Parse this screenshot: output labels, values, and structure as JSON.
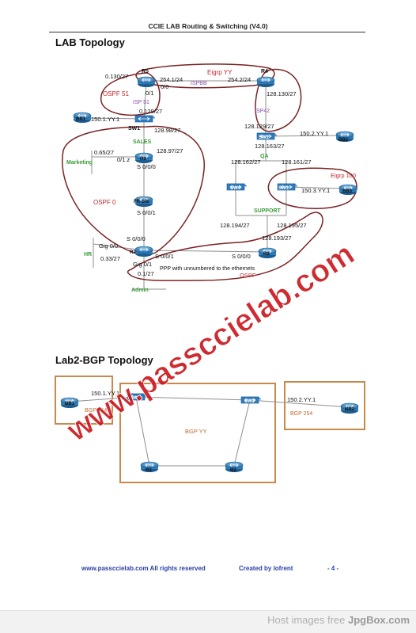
{
  "header": {
    "title": "CCIE LAB Routing & Switching (V4.0)"
  },
  "sections": {
    "lab_topology": "LAB Topology",
    "bgp_topology": "Lab2-BGP Topology"
  },
  "watermark": "www.passccielab.com",
  "footer": {
    "site": "www.passccielab.com All rights reserved",
    "author": "Created by lofrent",
    "page": "- 4 -"
  },
  "image_host": {
    "prefix": "Host images free ",
    "brand": "JpgBox.com"
  },
  "colors": {
    "router": "#2f84c2",
    "switch": "#2d7bbd",
    "loop": "#7a2323",
    "link": "#8f8f8f",
    "orange_box": "#c88a4a",
    "area_green": "#3a9a3a",
    "area_purple": "#8a4aa8",
    "area_red": "#c0282e",
    "footer_blue": "#2a3fa8"
  },
  "topology": {
    "devices": {
      "r5": "R5",
      "r4": "R4",
      "sw1": "SW1",
      "sw2": "SW2",
      "bb1": "BB1",
      "bb2": "BB2",
      "r1": "R1",
      "fr_sw": "FR-SW",
      "r3": "R3",
      "r2": "R2",
      "sw4": "SW4",
      "sw3": "SW3",
      "bb3": "BB3"
    },
    "labels": {
      "r5_left": "0.130/27",
      "r5_r4_left": "254.1/24",
      "r5_zero": "0/0",
      "r5_r4_right": "254.2/24",
      "eigrp_yy": "Eigrp YY",
      "ispbb": "ISPBB",
      "r4_down": "128.130/27",
      "ospf51": "OSPF 51",
      "r5_01": "0/1",
      "isp51": "ISP 51",
      "sw1_up": "0.129/27",
      "bb1_link": "150.1.YY.1",
      "isp42": "ISP42",
      "sw2_up": "128.129/27",
      "bb2_link": "150.2.YY.1",
      "sw1_right": "128.98/27",
      "sales": "SALES",
      "r1_up": "128.97/27",
      "sw2_down": "128.163/27",
      "qa": "QA",
      "sw4_up": "128.162/27",
      "sw3_up": "128.161/27",
      "mkt_ip": "0.65/27",
      "marketing": "Marketing",
      "r1_left": "0/1.z",
      "r1_s000": "S 0/0/0",
      "eigrp100": "Eigrp 100",
      "bb3_link": "150.3.YY.1",
      "ospf0": "OSPF 0",
      "fr_s001": "S 0/0/1",
      "support": "SUPPORT",
      "sw4_down": "128.194/27",
      "sw3_down": "128.195/27",
      "r2_up": "128.193/27",
      "r3_gig00": "Gig 0/0",
      "r3_s000": "S 0/0/0",
      "hr": "HR",
      "hr_ip": "0.33/27",
      "r3_s001": "S 0/0/1",
      "r2_s000": "S 0/0/0",
      "r3_gig01": "Gig 0/1",
      "r3_01": "0.1/27",
      "ospf_r3r2": "OSPF",
      "ppp_note": "PPP with unnumbered to the ethernets",
      "admin": "Admin"
    }
  },
  "bgp": {
    "devices": {
      "bb1": "BB1",
      "sw1": "SW1",
      "sw2": "SW2",
      "bb2": "BB2",
      "r3": "R3",
      "r2": "R2"
    },
    "labels": {
      "bb1_link": "150.1.YY.1",
      "bb2_link": "150.2.YY.1",
      "bgp254_left": "BGP 254",
      "bgp254_right": "BGP 254",
      "bgp_yy": "BGP YY"
    }
  }
}
